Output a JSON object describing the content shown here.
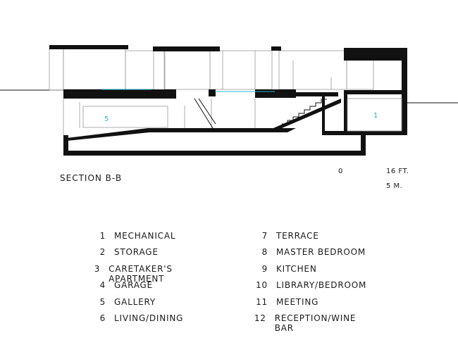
{
  "title": "SECTION B-B",
  "scale": {
    "zero": "0",
    "feet": "16 FT.",
    "meters": "5 M."
  },
  "room_tags": [
    {
      "id": "5",
      "label": "5"
    },
    {
      "id": "1",
      "label": "1"
    }
  ],
  "legend": [
    {
      "num": "1",
      "label": "MECHANICAL"
    },
    {
      "num": "2",
      "label": "STORAGE"
    },
    {
      "num": "3",
      "label": "CARETAKER'S APARTMENT"
    },
    {
      "num": "4",
      "label": "GARAGE"
    },
    {
      "num": "5",
      "label": "GALLERY"
    },
    {
      "num": "6",
      "label": "LIVING/DINING"
    },
    {
      "num": "7",
      "label": "TERRACE"
    },
    {
      "num": "8",
      "label": "MASTER BEDROOM"
    },
    {
      "num": "9",
      "label": "KITCHEN"
    },
    {
      "num": "10",
      "label": "LIBRARY/BEDROOM"
    },
    {
      "num": "11",
      "label": "MEETING"
    },
    {
      "num": "12",
      "label": "RECEPTION/WINE BAR"
    }
  ],
  "colors": {
    "ink": "#111111",
    "accent": "#27b5c8",
    "hatch": "#9a9a9a"
  }
}
